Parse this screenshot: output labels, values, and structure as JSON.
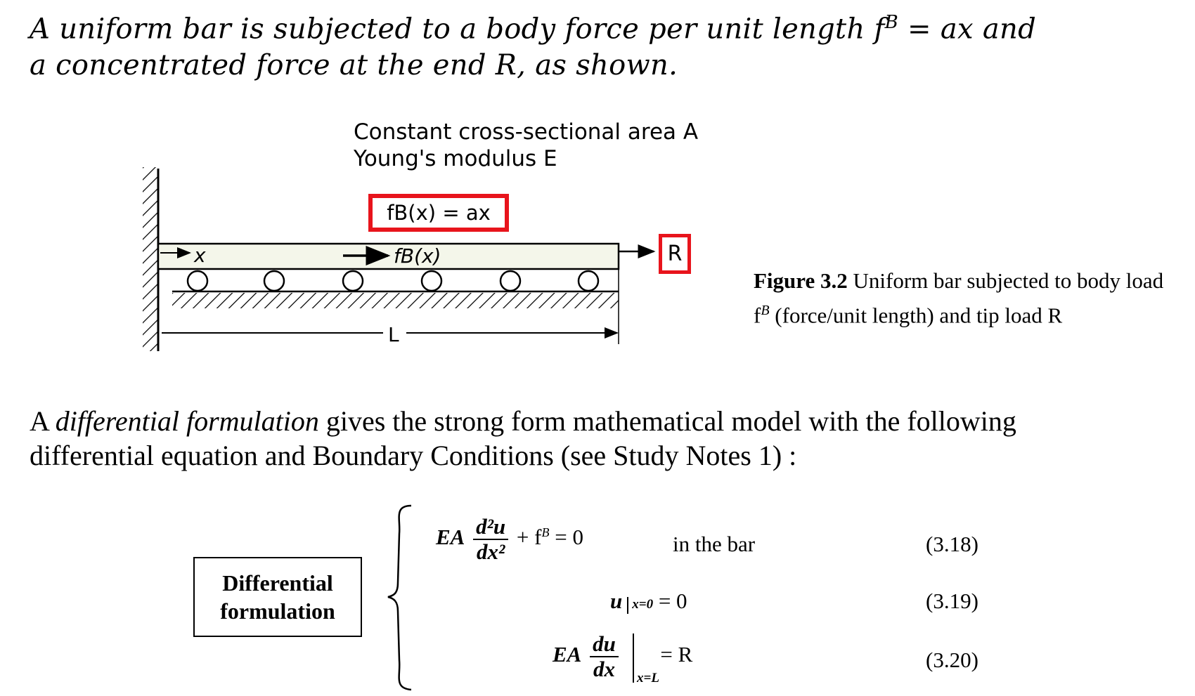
{
  "intro": {
    "line1_pre": "A uniform bar is subjected to a body force per unit length f",
    "line1_sup": "B",
    "line1_post": " = ax  and",
    "line2": "a concentrated force at the end R, as shown."
  },
  "diagram": {
    "area_label": "Constant cross-sectional area A",
    "modulus_label": "Young's modulus E",
    "fb_box": "fB(x) = ax",
    "x_label": "x",
    "fb_arrow_label": "fB(x)",
    "r_label": "R",
    "length_label": "L"
  },
  "caption": {
    "fig_num": "Figure 3.2",
    "text_pre": "  Uniform bar subjected to body load f",
    "text_sup": "B",
    "text_post": " (force/unit length) and tip load R"
  },
  "paragraph": {
    "line1_pre": "A ",
    "line1_em": "differential formulation",
    "line1_post": " gives the strong form mathematical model with the following",
    "line2": "differential equation and Boundary Conditions (see Study Notes 1) :"
  },
  "formulation_box": {
    "line1": "Differential",
    "line2": "formulation"
  },
  "equations": [
    {
      "lhs_coef": "EA",
      "num": "d²u",
      "den": "dx²",
      "rest": "+ f",
      "rest_sup": "B",
      "rest_end": " = 0",
      "where": "in the bar",
      "number": "(3.18)"
    },
    {
      "lhs": "u",
      "sub": "x=0",
      "rhs": " = 0",
      "number": "(3.19)"
    },
    {
      "lhs_coef": "EA",
      "num": "du",
      "den": "dx",
      "sub": "x=L",
      "rhs": " = R",
      "number": "(3.20)"
    }
  ]
}
